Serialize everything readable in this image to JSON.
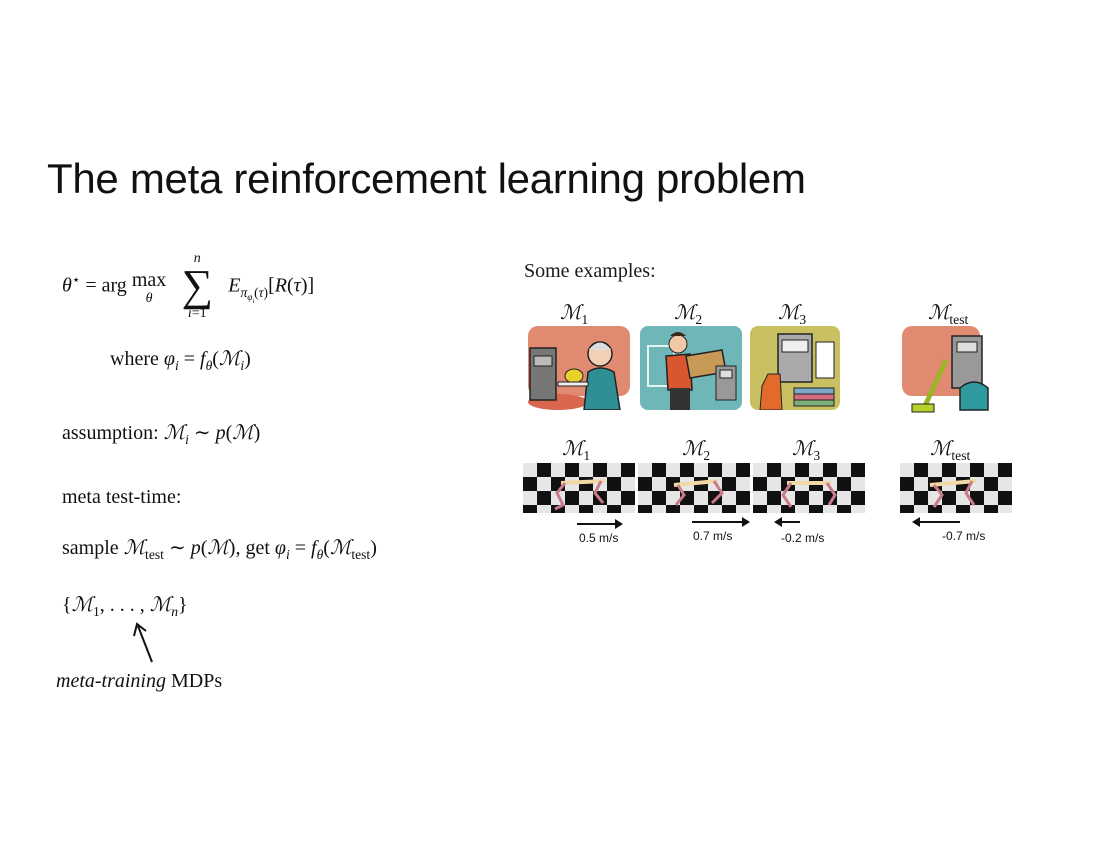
{
  "slide": {
    "title": "The meta reinforcement learning problem"
  },
  "left": {
    "objective_lhs": "θ* = arg max",
    "objective_sub": "θ",
    "sum_top": "n",
    "sum_bot": "i=1",
    "objective_rhs": "E",
    "where_text": "where",
    "assumption_text": "assumption:",
    "meta_test_time": "meta test-time:",
    "sample_text": "sample",
    "get_text": ", get",
    "meta_training_word": "meta-training",
    "mdps_word": "MDPs"
  },
  "right": {
    "examples_heading": "Some examples:",
    "top_labels": [
      "M1",
      "M2",
      "M3",
      "Mtest"
    ],
    "bottom_labels": [
      "M1",
      "M2",
      "M3",
      "Mtest"
    ],
    "velocities": [
      "0.5 m/s",
      "0.7 m/s",
      "-0.2 m/s",
      "-0.7 m/s"
    ]
  },
  "colors": {
    "tile1_bg": "#e08a72",
    "tile2_bg": "#6fb6b8",
    "tile3_bg": "#c9c062",
    "tile4_bg": "#e08a72"
  }
}
